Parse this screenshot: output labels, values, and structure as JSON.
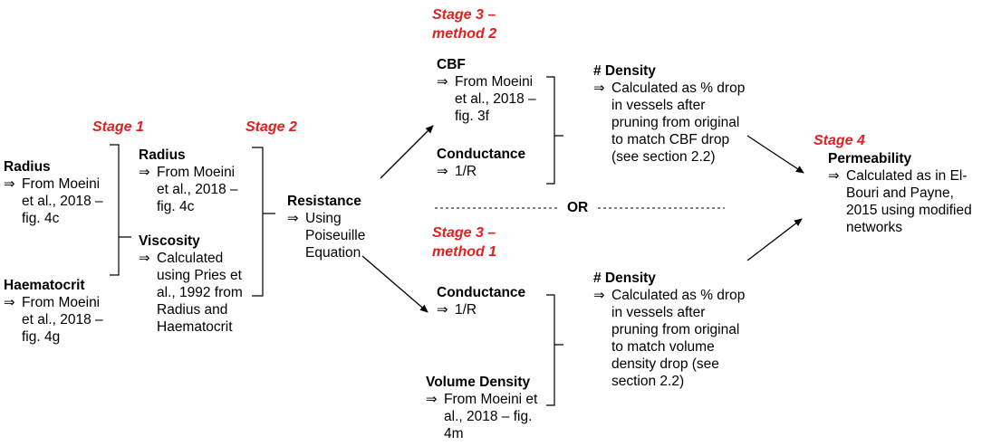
{
  "stage1": "Stage 1",
  "stage2": "Stage 2",
  "stage3_m2": "Stage 3 –\nmethod 2",
  "stage3_m1": "Stage 3 –\nmethod 1",
  "stage4": "Stage 4",
  "arrow_glyph": "⇒",
  "or_label": "OR",
  "blocks": {
    "radius_in": {
      "title": "Radius",
      "text": "From Moeini et al., 2018 – fig. 4c"
    },
    "haematocrit_in": {
      "title": "Haematocrit",
      "text": "From Moeini et al., 2018 – fig. 4g"
    },
    "radius_s1": {
      "title": "Radius",
      "text": "From Moeini et al., 2018 – fig. 4c"
    },
    "viscosity": {
      "title": "Viscosity",
      "text": "Calculated using Pries et al., 1992 from Radius and Haematocrit"
    },
    "resistance": {
      "title": "Resistance",
      "text": "Using Poiseuille Equation"
    },
    "cbf": {
      "title": "CBF",
      "text": "From Moeini et al., 2018 – fig. 3f"
    },
    "conductance_m2": {
      "title": "Conductance",
      "text": "1/R"
    },
    "density_m2": {
      "title": "# Density",
      "text": "Calculated as % drop in vessels after pruning from original to match CBF drop (see section 2.2)"
    },
    "conductance_m1": {
      "title": "Conductance",
      "text": "1/R"
    },
    "volume_density": {
      "title": "Volume Density",
      "text": "From Moeini et al., 2018 – fig. 4m"
    },
    "density_m1": {
      "title": "# Density",
      "text": "Calculated as % drop in vessels after pruning from original to match volume density drop (see section 2.2)"
    },
    "permeability": {
      "title": "Permeability",
      "text": "Calculated as in El-Bouri and Payne, 2015 using modified networks"
    }
  },
  "colors": {
    "stage_label": "#e02020",
    "text": "#000000",
    "background": "#ffffff"
  }
}
